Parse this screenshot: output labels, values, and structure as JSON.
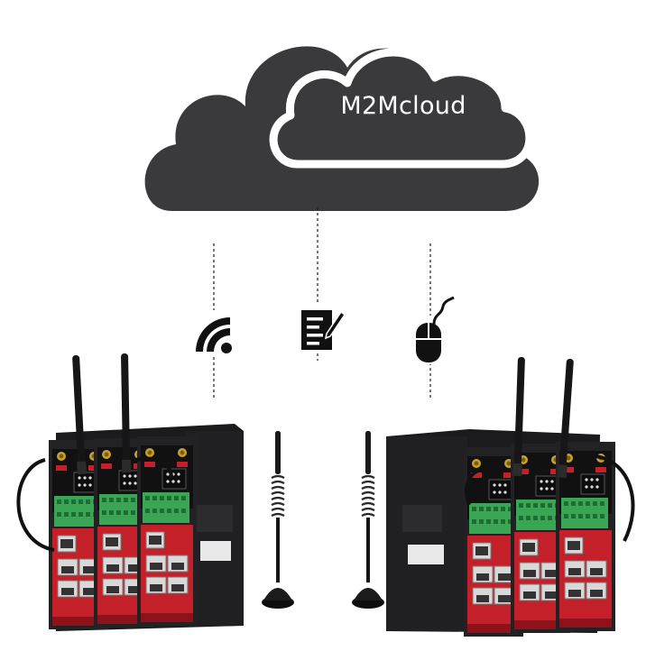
{
  "cloud": {
    "label": "M2Mcloud",
    "fill_color": "#3a3a3c",
    "outline_color": "#ffffff"
  },
  "connectors": [
    {
      "icon": "wifi-signal-icon"
    },
    {
      "icon": "document-edit-icon"
    },
    {
      "icon": "computer-mouse-icon"
    }
  ],
  "devices": {
    "left_group": {
      "units": 3,
      "body_color": "#1c1c1e",
      "accent_color": "#c4202a",
      "terminal_color": "#3aa655"
    },
    "right_group": {
      "units": 3,
      "body_color": "#1c1c1e",
      "accent_color": "#c4202a",
      "terminal_color": "#3aa655"
    }
  }
}
